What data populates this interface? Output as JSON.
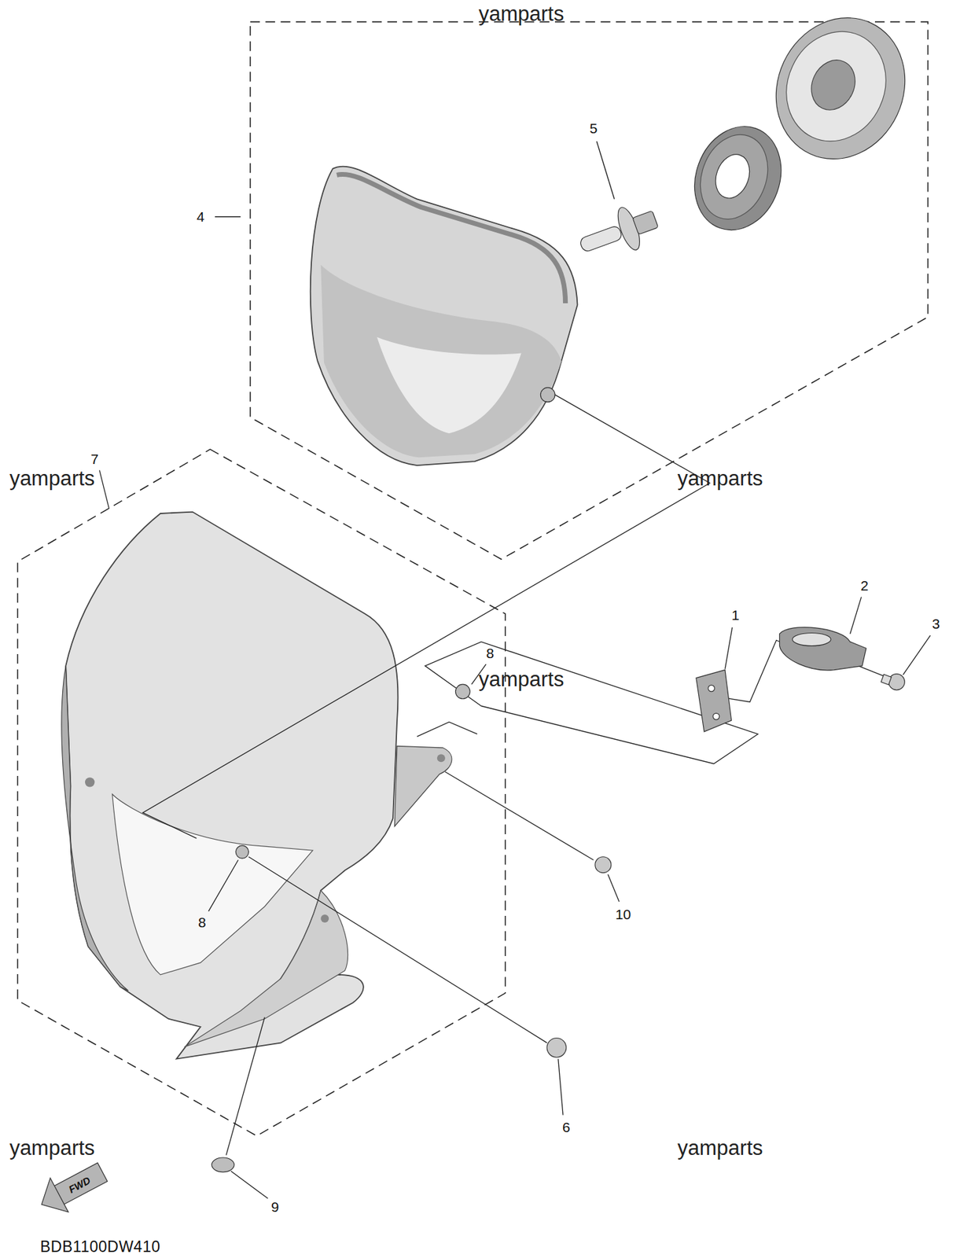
{
  "diagram": {
    "labels": [
      "yamparts",
      "4",
      "5",
      "yamparts",
      "7",
      "yamparts",
      "1",
      "2",
      "3",
      "8",
      "yamparts",
      "10",
      "8",
      "6",
      "yamparts",
      "yamparts",
      "FWD",
      "9",
      "BDB1100DW410"
    ]
  }
}
